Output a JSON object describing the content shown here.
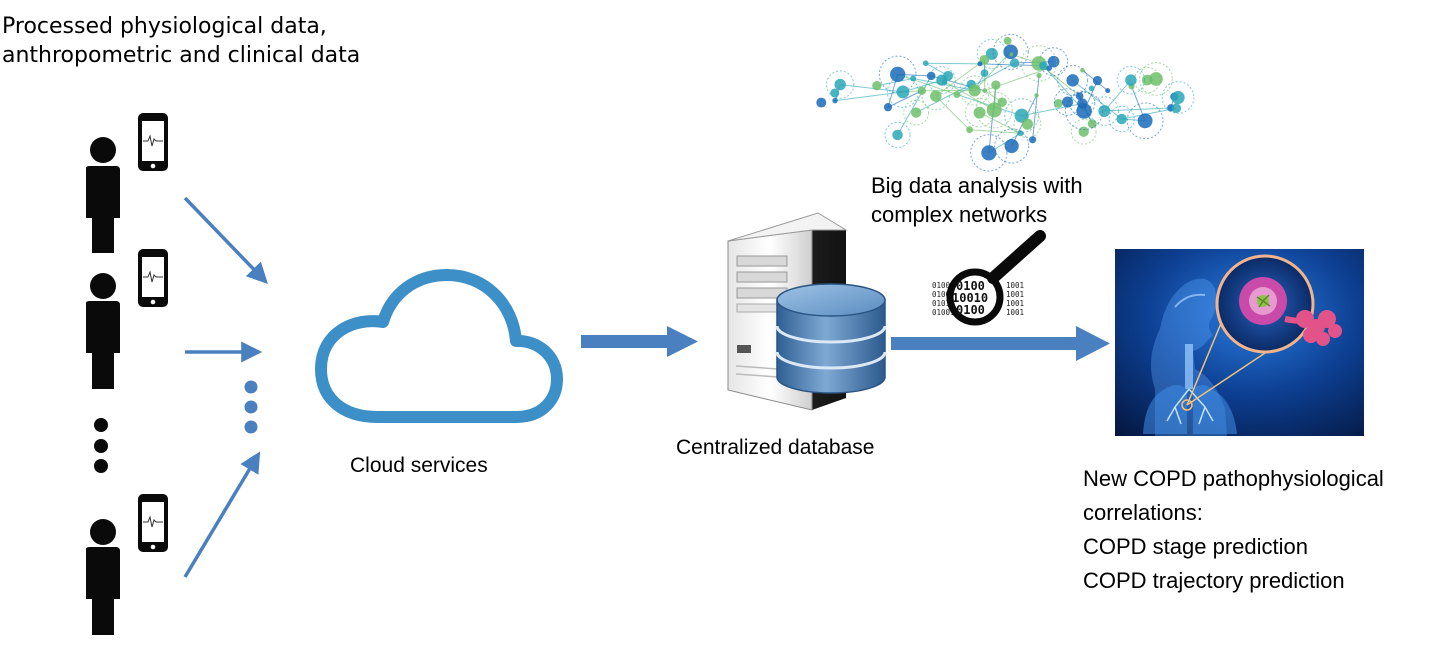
{
  "source": {
    "line1": "Processed physiological data,",
    "line2": "anthropometric and clinical data"
  },
  "cloud": {
    "label": "Cloud services"
  },
  "database": {
    "label": "Centralized database"
  },
  "analysis": {
    "line1": "Big data analysis with",
    "line2": "complex networks",
    "binary_rows": [
      "0100",
      "10010",
      "0100"
    ],
    "binary_side_left": [
      "01001",
      "01000",
      "01010",
      "01001"
    ],
    "binary_side_right": [
      "1001",
      "1001",
      "1001",
      "1001"
    ]
  },
  "results": {
    "line1": "New COPD pathophysiological",
    "line2": "correlations:",
    "line3": "COPD stage prediction",
    "line4": "COPD trajectory prediction"
  },
  "colors": {
    "arrow_blue": "#4a7fc0",
    "cloud_blue": "#3d8fc7",
    "person_black": "#0a0a0a",
    "network_teal": "#2aa7b8",
    "network_green": "#6dbf6a",
    "network_blue": "#1a6bb8",
    "db_blue": "#4a82b8",
    "lung_bg": "#0a2a6a"
  },
  "icons": {
    "person": "person-icon",
    "phone": "smartphone-ecg-icon",
    "cloud": "cloud-icon",
    "server": "server-tower-icon",
    "database": "database-cylinder-icon",
    "magnifier": "magnifying-glass-icon",
    "network": "complex-network-icon",
    "lungs": "copd-lungs-illustration"
  }
}
